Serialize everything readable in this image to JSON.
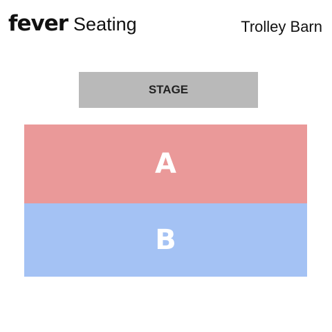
{
  "header": {
    "logo_text": "fever",
    "title": "Seating",
    "venue": "Trolley Barn"
  },
  "stage": {
    "label": "STAGE",
    "color": "#b9b9b9"
  },
  "sections": [
    {
      "label": "A",
      "color": "#ea9999"
    },
    {
      "label": "B",
      "color": "#a4c2f4"
    }
  ]
}
